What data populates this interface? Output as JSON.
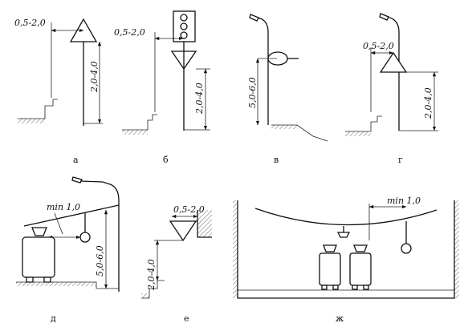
{
  "panels": {
    "a": {
      "label": "а",
      "horizontal": "0,5-2,0",
      "vertical": "2,0-4,0"
    },
    "b": {
      "label": "б",
      "horizontal": "0,5-2,0",
      "vertical": "2,0-4,0"
    },
    "v": {
      "label": "в",
      "vertical": "5,0-6,0"
    },
    "g": {
      "label": "г",
      "horizontal": "0,5-2,0",
      "vertical": "2,0-4,0"
    },
    "d": {
      "label": "д",
      "min": "min 1,0",
      "vertical": "5,0-6,0"
    },
    "e": {
      "label": "е",
      "horizontal": "0,5-2,0",
      "vertical": "2,0-4,0"
    },
    "zh": {
      "label": "ж",
      "min": "min 1,0"
    }
  }
}
